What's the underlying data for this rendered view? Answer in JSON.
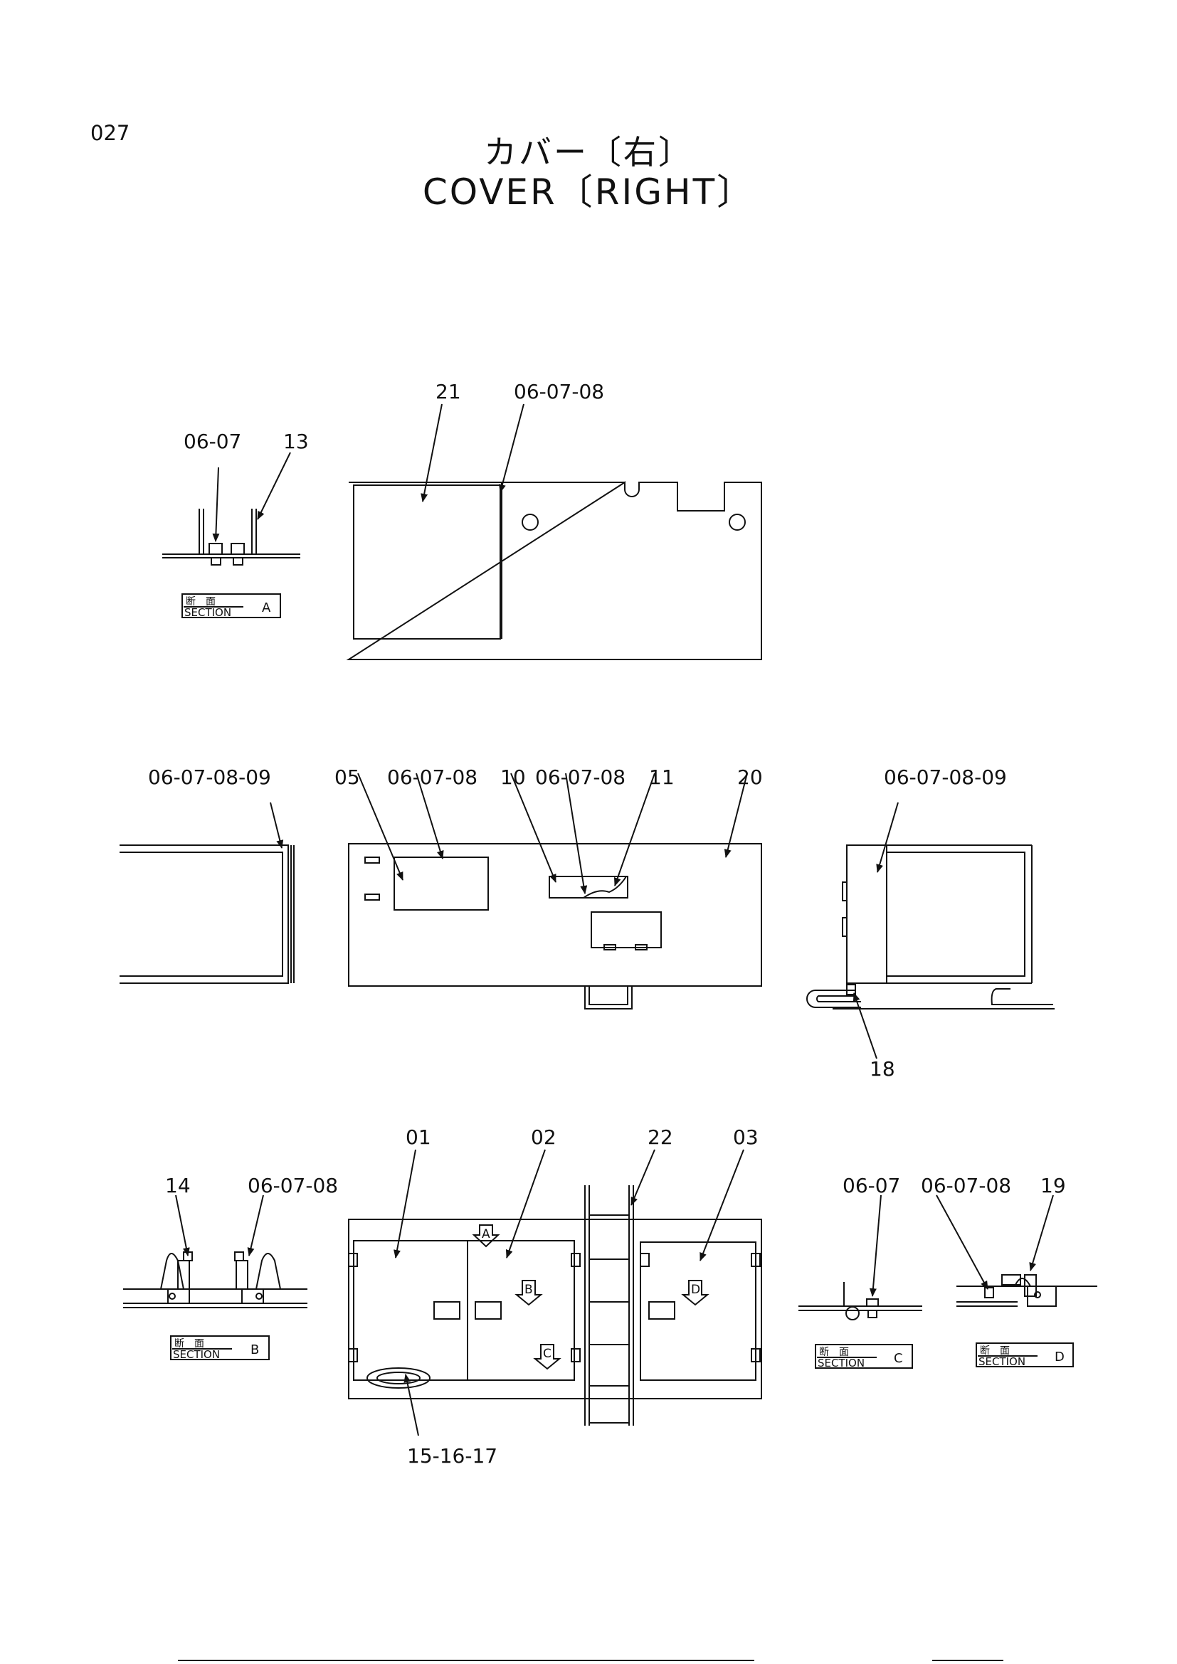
{
  "page": {
    "number": "027",
    "title_jp": "カバー〔右〕",
    "title_en": "COVER〔RIGHT〕"
  },
  "callouts": {
    "top": {
      "c21": "21",
      "c060708": "06-07-08",
      "a0607": "06-07",
      "a13": "13"
    },
    "middle": {
      "left0609": "06-07-08-09",
      "c05": "05",
      "c0608a": "06-07-08",
      "c10": "10",
      "c0608b": "06-07-08",
      "c11": "11",
      "c20": "20",
      "right0609": "06-07-08-09",
      "c18": "18"
    },
    "bottom": {
      "c14": "14",
      "b060708": "06-07-08",
      "c01": "01",
      "c02": "02",
      "c22": "22",
      "c03": "03",
      "c0607": "06-07",
      "d060708": "06-07-08",
      "c19": "19",
      "c151617": "15-16-17"
    }
  },
  "section_labels": {
    "jp": "断　面",
    "en": "SECTION",
    "a": "A",
    "b": "B",
    "c": "C",
    "d": "D"
  },
  "view_arrows": {
    "a": "A",
    "b": "B",
    "c": "C",
    "d": "D"
  },
  "colors": {
    "ink": "#111111",
    "paper": "#ffffff"
  }
}
